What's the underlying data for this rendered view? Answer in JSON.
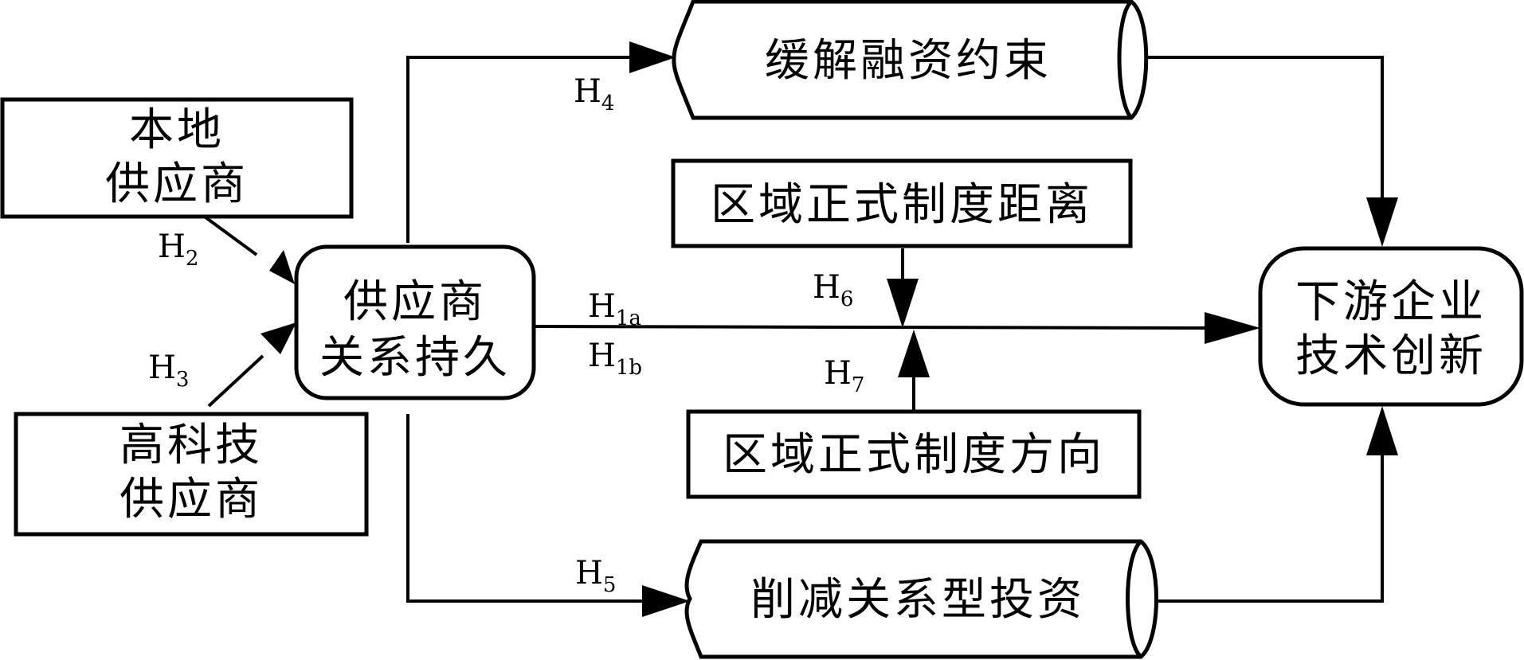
{
  "nodes": {
    "local_supplier": {
      "line1": "本地",
      "line2": "供应商"
    },
    "hightech_supplier": {
      "line1": "高科技",
      "line2": "供应商"
    },
    "supplier_relationship": {
      "line1": "供应商",
      "line2": "关系持久"
    },
    "ease_financing": {
      "label": "缓解融资约束"
    },
    "reduce_investment": {
      "label": "削减关系型投资"
    },
    "institution_distance": {
      "label": "区域正式制度距离"
    },
    "institution_direction": {
      "label": "区域正式制度方向"
    },
    "downstream_innovation": {
      "line1": "下游企业",
      "line2": "技术创新"
    }
  },
  "hypotheses": {
    "h2": {
      "main": "H",
      "sub": "2"
    },
    "h3": {
      "main": "H",
      "sub": "3"
    },
    "h4": {
      "main": "H",
      "sub": "4"
    },
    "h5": {
      "main": "H",
      "sub": "5"
    },
    "h6": {
      "main": "H",
      "sub": "6"
    },
    "h7": {
      "main": "H",
      "sub": "7"
    },
    "h1a": {
      "main": "H",
      "sub": "1a"
    },
    "h1b": {
      "main": "H",
      "sub": "1b"
    }
  },
  "colors": {
    "stroke": "#000000",
    "fill": "#ffffff",
    "text": "#000000"
  }
}
